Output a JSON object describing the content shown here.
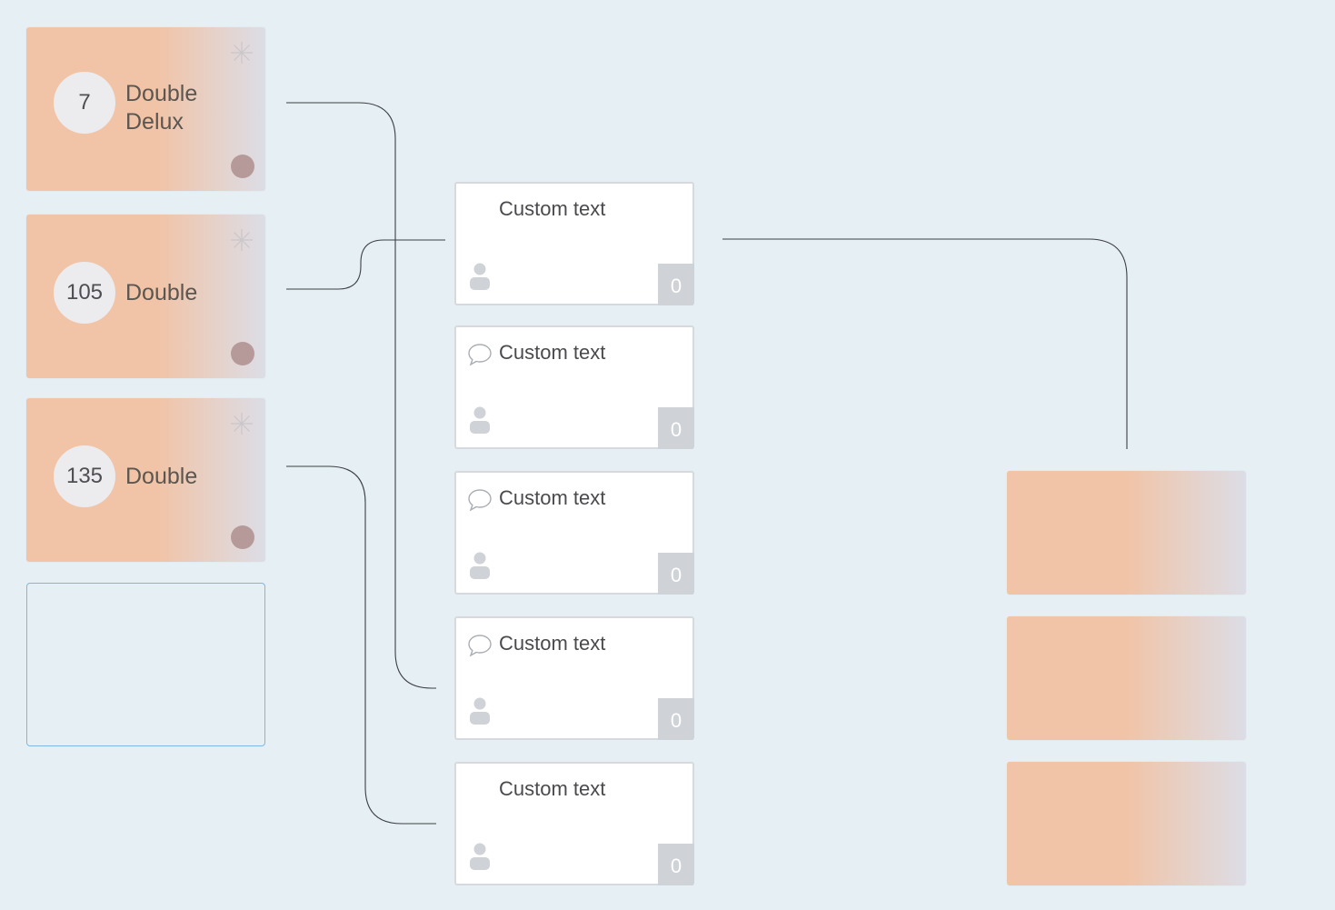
{
  "colors": {
    "background": "#e6f0f4",
    "card_gradient_start": "#f1c4a7",
    "card_gradient_end": "#dcdde6",
    "status_dot": "#b69a9a",
    "empty_slot_border": "#7fb6e6",
    "count_box": "#cfd2d6",
    "connector": "#3c3f44"
  },
  "rooms": [
    {
      "number": "7",
      "name_line1": "Double",
      "name_line2": "Delux",
      "icons": [
        "star-icon",
        "status-dot"
      ]
    },
    {
      "number": "105",
      "name_line1": "Double",
      "name_line2": "",
      "icons": [
        "star-icon",
        "status-dot"
      ]
    },
    {
      "number": "135",
      "name_line1": "Double",
      "name_line2": "",
      "icons": [
        "star-icon",
        "status-dot"
      ]
    }
  ],
  "tasks": [
    {
      "text": "Custom text",
      "has_comment_icon": false,
      "count": "0"
    },
    {
      "text": "Custom text",
      "has_comment_icon": true,
      "count": "0"
    },
    {
      "text": "Custom text",
      "has_comment_icon": true,
      "count": "0"
    },
    {
      "text": "Custom text",
      "has_comment_icon": true,
      "count": "0"
    },
    {
      "text": "Custom text",
      "has_comment_icon": false,
      "count": "0"
    }
  ],
  "targets": [
    {},
    {},
    {}
  ]
}
